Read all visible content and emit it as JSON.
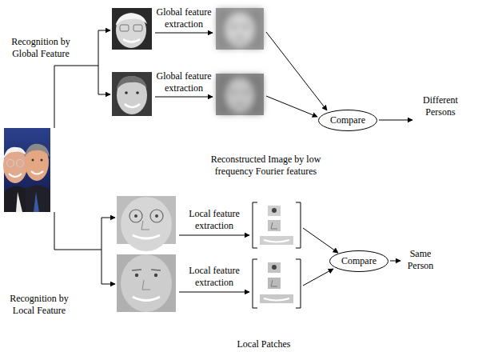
{
  "diagram": {
    "nodes": [
      {
        "text": [
          "Compare"
        ]
      },
      {
        "text": [
          "Compare"
        ]
      }
    ],
    "labels": [
      "Recognition by Global Feature",
      "Global feature extraction",
      "Global feature extraction",
      "Different Persons",
      "Reconstructed Image by low frequency Fourier features",
      "Local feature extraction",
      "Local feature extraction",
      "Same Person",
      "Recognition by Local Feature",
      "Local Patches"
    ]
  }
}
